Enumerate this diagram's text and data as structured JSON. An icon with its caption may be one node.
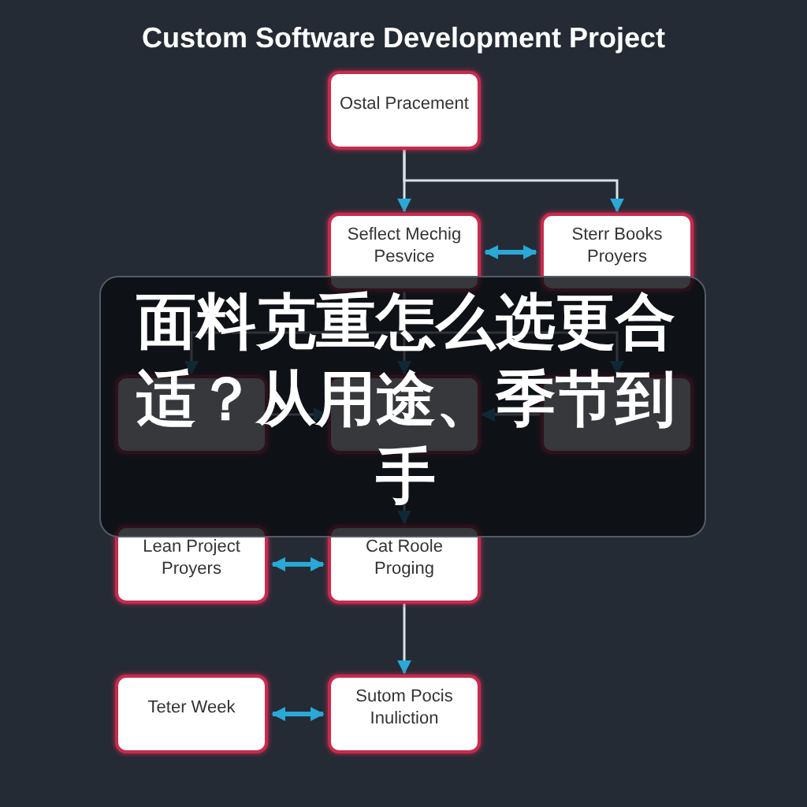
{
  "diagram": {
    "title": "Custom Software Development Project",
    "nodes": [
      {
        "text": [
          "Ostal Pracement"
        ]
      },
      {
        "text": [
          "Seflect Mechig Pesvice"
        ]
      },
      {
        "text": [
          "Sterr Books Proyers"
        ]
      },
      {
        "text": [],
        "shape": "box"
      },
      {
        "text": [],
        "shape": "box"
      },
      {
        "text": [],
        "shape": "box"
      },
      {
        "text": [
          "Lean Project Proyers"
        ]
      },
      {
        "text": [
          "Cat Roole Proging"
        ]
      },
      {
        "text": [
          "Teter Week"
        ]
      },
      {
        "text": [
          "Sutom Pocis Inuliction"
        ]
      }
    ],
    "edges": [
      {
        "from": 0,
        "to": 1,
        "arrow": "to"
      },
      {
        "from": 0,
        "to": 2,
        "arrow": "to"
      },
      {
        "from": 1,
        "to": 2,
        "arrow": "both",
        "style": "thick",
        "color": "#2aa8d6"
      },
      {
        "from": 1,
        "to": 3,
        "arrow": "to"
      },
      {
        "from": 1,
        "to": 4,
        "arrow": "to"
      },
      {
        "from": 1,
        "to": 5,
        "arrow": "to"
      },
      {
        "from": 3,
        "to": 4,
        "arrow": "to"
      },
      {
        "from": 5,
        "to": 4,
        "arrow": "to"
      },
      {
        "from": 4,
        "to": 7,
        "arrow": "to"
      },
      {
        "from": 6,
        "to": 7,
        "arrow": "both",
        "style": "thick",
        "color": "#2aa8d6"
      },
      {
        "from": 7,
        "to": 9,
        "arrow": "to"
      },
      {
        "from": 8,
        "to": 9,
        "arrow": "both",
        "style": "thick",
        "color": "#2aa8d6"
      }
    ],
    "labels": [
      "面料克重怎么选更合适？从用途、季节到手"
    ]
  }
}
